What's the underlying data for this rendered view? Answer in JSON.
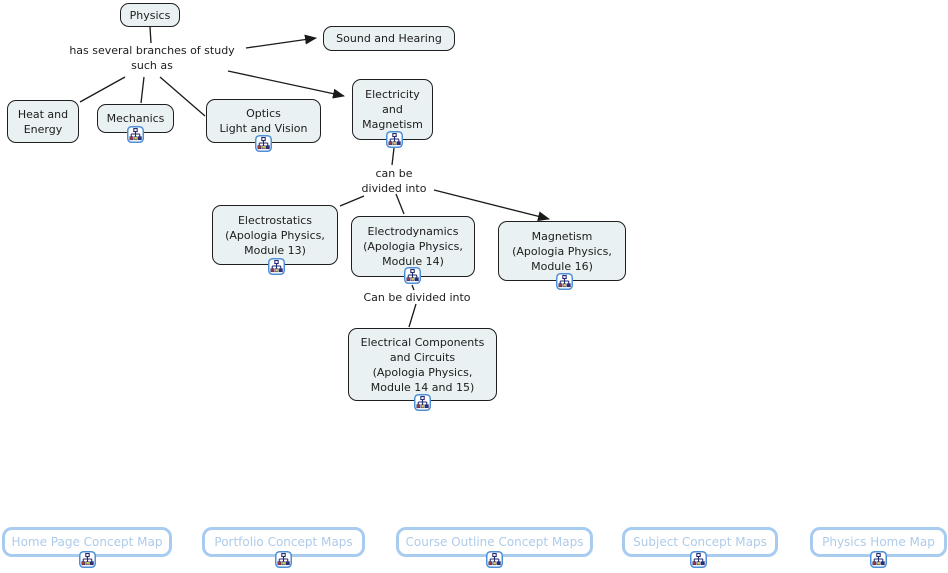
{
  "concept_map": {
    "nodes": [
      {
        "label": "Physics"
      },
      {
        "label": "Sound and Hearing"
      },
      {
        "label": "Heat and\nEnergy"
      },
      {
        "label": "Mechanics"
      },
      {
        "label": "Optics\nLight and Vision"
      },
      {
        "label": "Electricity\nand\nMagnetism"
      },
      {
        "label": "Electrostatics\n(Apologia Physics,\nModule 13)"
      },
      {
        "label": "Electrodynamics\n(Apologia Physics,\nModule 14)"
      },
      {
        "label": "Magnetism\n(Apologia Physics,\nModule 16)"
      },
      {
        "label": "Electrical Components\nand Circuits\n(Apologia Physics,\nModule 14 and 15)"
      }
    ],
    "linking_phrases": [
      {
        "label": "has several branches of study\nsuch as"
      },
      {
        "label": "can be\ndivided into"
      },
      {
        "label": "Can be divided into"
      }
    ],
    "colors": {
      "node_fill": "#e9f1f2",
      "node_border": "#1f1f1f",
      "text": "#1c1c1c",
      "edge": "#1a1a1a",
      "icon_border": "#4d8fd6",
      "nav_border": "#a8cbf0",
      "nav_text": "#aecbe9"
    }
  },
  "nav_buttons": [
    {
      "label": "Home Page Concept Map"
    },
    {
      "label": "Portfolio Concept Maps"
    },
    {
      "label": "Course Outline Concept Maps"
    },
    {
      "label": "Subject Concept Maps"
    },
    {
      "label": "Physics Home Map"
    }
  ]
}
